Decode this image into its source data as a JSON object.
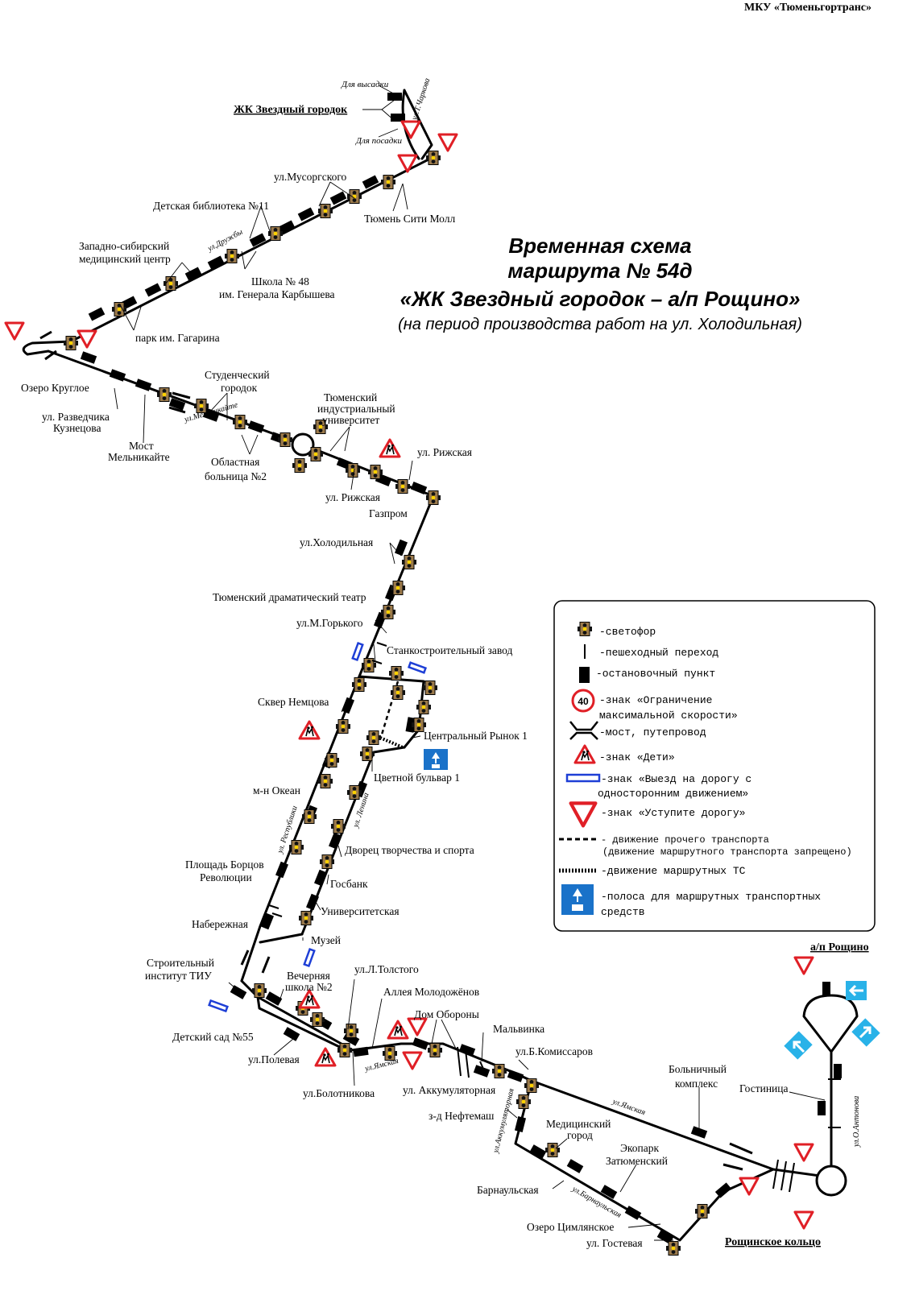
{
  "org": "МКУ «Тюменьгортранс»",
  "title": {
    "line1": "Временная схема",
    "line2": "маршрута № 54д",
    "line3": "«ЖК Звездный городок – а/п Рощино»",
    "line4": "(на период производства работ на ул. Холодильная)"
  },
  "terminals": {
    "start": "ЖК Звездный городок",
    "end": "а/п Рощино",
    "ring": "Рощинское кольцо"
  },
  "stops": {
    "dlya_vysadki": "Для высадки",
    "dlya_posadki": "Для посадки",
    "musorgskogo": "ул.Мусоргского",
    "city_moll": "Тюмень Сити Молл",
    "biblioteka": "Детская библиотека №11",
    "zsmc_1": "Западно-сибирский",
    "zsmc_2": "медицинский центр",
    "shkola48_1": "Школа № 48",
    "shkola48_2": "им. Генерала Карбышева",
    "gagarina": "парк им. Гагарина",
    "kruglo": "Озеро Круглое",
    "razvedchika_1": "ул. Разведчика",
    "razvedchika_2": "Кузнецова",
    "most_1": "Мост",
    "most_2": "Мельникайте",
    "student_1": "Студенческий",
    "student_2": "городок",
    "bolnica_1": "Областная",
    "bolnica_2": "больница №2",
    "tiu_1": "Тюменский",
    "tiu_2": "индустриальный",
    "tiu_3": "университет",
    "rizhskaya_a": "ул. Рижская",
    "rizhskaya_b": "ул. Рижская",
    "gazprom": "Газпром",
    "holodilnaya": "ул.Холодильная",
    "teatr": "Тюменский драматический театр",
    "gorkogo": "ул.М.Горького",
    "stanko": "Станкостроительный завод",
    "skver": "Сквер Немцова",
    "rynok": "Центральный Рынок 1",
    "bulvar": "Цветной бульвар 1",
    "okean": "м-н Океан",
    "dvorec": "Дворец творчества и спорта",
    "ploshad_1": "Площадь Борцов",
    "ploshad_2": "Революции",
    "gosbank": "Госбанк",
    "universitet": "Университетская",
    "naberezh": "Набережная",
    "muzey": "Музей",
    "stroit_1": "Строительный",
    "stroit_2": "институт ТИУ",
    "vech_1": "Вечерняя",
    "vech_2": "школа №2",
    "tolstogo": "ул.Л.Толстого",
    "alleya": "Аллея Молодожёнов",
    "dom_oborony": "Дом Обороны",
    "sad55": "Детский сад №55",
    "malvinka": "Мальвинка",
    "komissarov": "ул.Б.Комиссаров",
    "polevaya": "ул.Полевая",
    "bolotnikova": "ул.Болотникова",
    "akkum": "ул. Аккумуляторная",
    "neftemash": "з-д Нефтемаш",
    "medgorod_1": "Медицинский",
    "medgorod_2": "город",
    "bolnkompl_1": "Больничный",
    "bolnkompl_2": "комплекс",
    "gostinica": "Гостиница",
    "ekopark_1": "Экопарк",
    "ekopark_2": "Затюменский",
    "barnaulskaya": "Барнаульская",
    "cimlyanskoe": "Озеро Цимлянское",
    "gostevaya": "ул. Гостевая"
  },
  "streets": {
    "chaykova": "ул.Т.Чаркова",
    "druzhby": "ул.Дружбы",
    "melnikayte": "ул.Мельникайте",
    "respubliki": "ул. Республики",
    "lenina": "ул. Ленина",
    "yamskaya_1": "ул.Ямская",
    "yamskaya_2": "ул.Ямская",
    "akkum_st": "ул.Аккумуляторная",
    "barnaulskaya_st": "ул.Барнаульская",
    "antonova": "ул.О.Антонова"
  },
  "legend": {
    "svetofor": "-светофор",
    "perehod": "-пешеходный переход",
    "ostanovka": "-остановочный пункт",
    "speed_1": "-знак «Ограничение",
    "speed_2": "максимальной скорости»",
    "speed_value": "40",
    "most": "-мост, путепровод",
    "deti": "-знак «Дети»",
    "vyezd_1": "-знак «Выезд на дорогу с",
    "vyezd_2": "односторонним движением»",
    "ustupi": "-знак «Уступите дорогу»",
    "prochee_1": "- движение прочего транспорта",
    "prochee_2": "(движение маршрутного транспорта запрещено)",
    "marshrut": "-движение маршрутных ТС",
    "polosa_1": "-полоса для маршрутных транспортных",
    "polosa_2": "средств"
  },
  "colors": {
    "route": "#000000",
    "sign_red": "#e01f26",
    "sign_blue": "#1e3fd6",
    "lane_blue": "#1a72c9",
    "turn_cyan": "#29b2e8"
  }
}
